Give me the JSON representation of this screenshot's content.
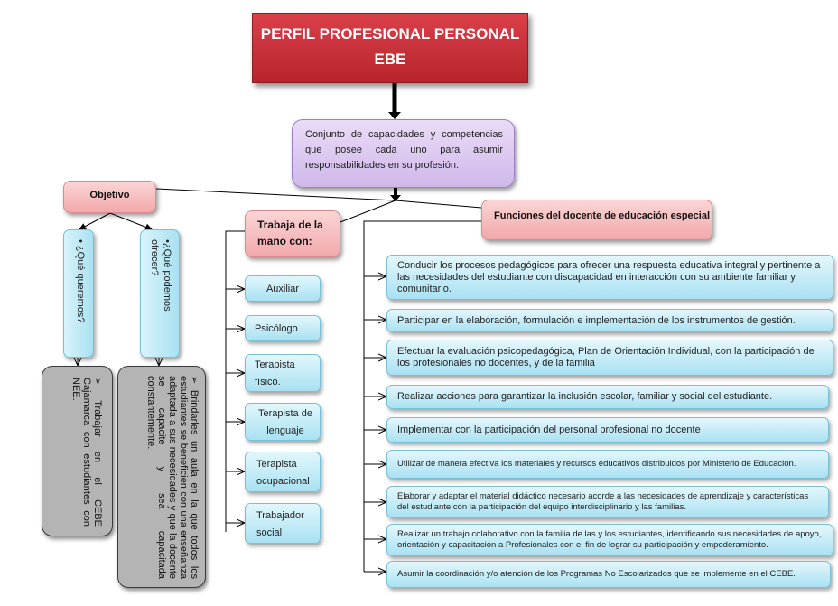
{
  "title": {
    "line1": "PERFIL PROFESIONAL PERSONAL",
    "line2": "EBE"
  },
  "concept": "Conjunto de capacidades y competencias que posee cada uno para asumir responsabilidades en su profesión.",
  "objetivo": {
    "label": "Objetivo",
    "questions": [
      "• ¿Qué queremos?",
      "•¿Qué podemos ofrecer?"
    ],
    "answers": [
      "➢ Trabajar en el CEBE Cajamarca con estudiantes con NEE.",
      "➢ Brindarles un aula en la que todos los estudiantes se beneficien con una enseñanza adaptada a sus necesidades y que la docente se capacite y sea capacitada constantemente."
    ]
  },
  "trabaja": {
    "label": "Trabaja de la mano con:",
    "items": [
      "Auxiliar",
      "Psicólogo",
      "Terapista físico.",
      "Terapista de lenguaje",
      "Terapista ocupacional",
      "Trabajador social"
    ]
  },
  "funciones": {
    "label": "Funciones del docente de educación especial",
    "items": [
      "Conducir los procesos pedagógicos para ofrecer una respuesta educativa integral y pertinente a las necesidades del estudiante con discapacidad en interacción con su ambiente familiar y comunitario.",
      "Participar en la elaboración, formulación e implementación de los instrumentos de gestión.",
      "Efectuar la evaluación psicopedagógica, Plan de Orientación Individual, con la participación de los profesionales no docentes, y de la familia",
      "Realizar acciones para garantizar la inclusión escolar, familiar y social del estudiante.",
      "Implementar con la participación del personal profesional no docente",
      "Utilizar de manera efectiva los materiales y recursos educativos distribuidos por Ministerio de Educación.",
      "Elaborar y adaptar el material didáctico necesario acorde a las necesidades de aprendizaje y características del estudiante con la participación del equipo interdisciplinario y las familias.",
      "Realizar un trabajo colaborativo con la familia de las y los estudiantes, identificando sus necesidades de apoyo, orientación y capacitación a Profesionales con el fin de lograr su participación y empoderamiento.",
      "Asumir la coordinación y/o atención de los Programas No Escolarizados que se implemente en el CEBE."
    ]
  },
  "colors": {
    "title": "#c0282f",
    "concept": "#d9c6f0",
    "pink": "#f5b5b8",
    "cyan": "#b8e8f5",
    "gray": "#b4b4b4"
  }
}
